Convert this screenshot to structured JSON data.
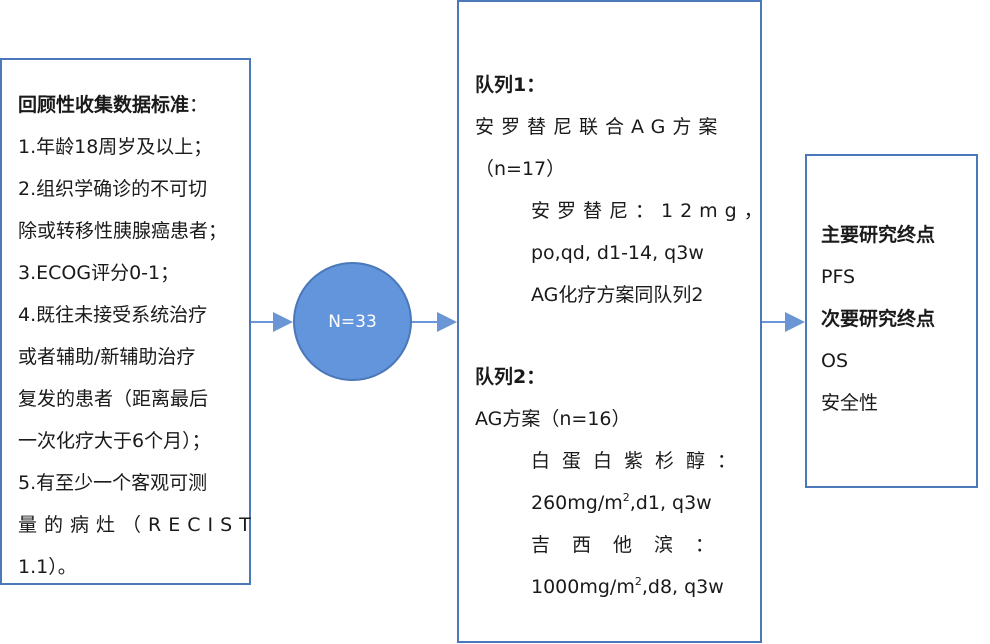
{
  "criteria": {
    "heading": "回顾性收集数据标准",
    "heading_colon": "：",
    "lines": [
      "1.年龄18周岁及以上；",
      "2.组织学确诊的不可切",
      "除或转移性胰腺癌患者；",
      "3.ECOG评分0-1；",
      "4.既往未接受系统治疗",
      "或者辅助/新辅助治疗",
      "复发的患者（距离最后",
      "一次化疗大于6个月）；",
      "5.有至少一个客观可测",
      "量的病灶（RECIST",
      "1.1）。"
    ]
  },
  "center": {
    "label": "N=33"
  },
  "cohort1": {
    "title": "队列1：",
    "regimen": "安罗替尼联合AG方案",
    "n": "（n=17）",
    "drug1": "安罗替尼：12mg，",
    "drug1_schedule": "po,qd, d1-14, q3w",
    "drug2": "AG化疗方案同队列2"
  },
  "cohort2": {
    "title": "队列2：",
    "regimen": "AG方案（n=16）",
    "drug1": "白蛋白紫杉醇：",
    "drug1_dose_a": "260mg/m",
    "drug1_dose_sup": "2",
    "drug1_dose_b": ",d1, q3w",
    "drug2": "吉西他滨：",
    "drug2_dose_a": "1000mg/m",
    "drug2_dose_sup": "2",
    "drug2_dose_b": ",d8, q3w"
  },
  "endpoints": {
    "primary_title": "主要研究终点",
    "primary": "PFS",
    "secondary_title": "次要研究终点",
    "secondary": [
      "OS",
      "安全性"
    ]
  },
  "colors": {
    "border": "#4a78b8",
    "circle_fill": "#6395dd",
    "arrow": "#6b96d6"
  }
}
